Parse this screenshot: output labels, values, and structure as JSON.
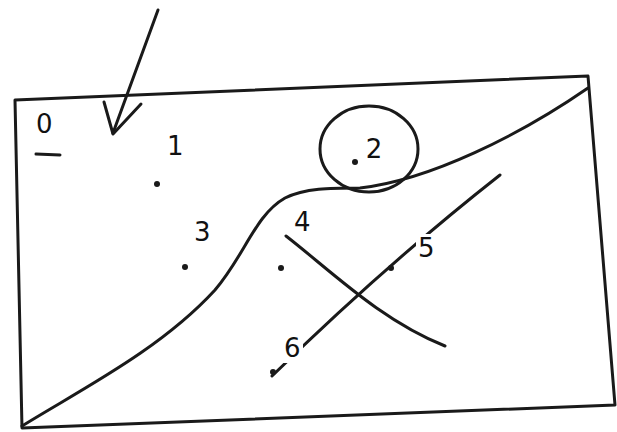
{
  "diagram": {
    "nodes": [
      {
        "text": [
          "2"
        ]
      }
    ],
    "labels": [
      "0",
      "1",
      "3",
      "4",
      "5",
      "6"
    ]
  }
}
